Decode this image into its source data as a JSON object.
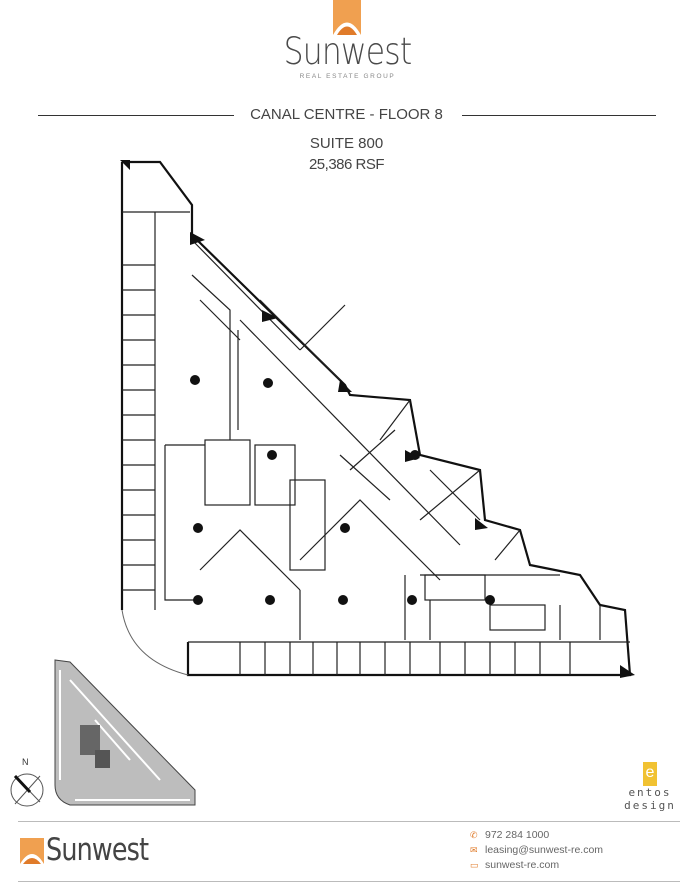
{
  "header": {
    "logo_name": "Sunwest",
    "logo_subtitle": "REAL ESTATE GROUP",
    "title": "CANAL CENTRE - FLOOR 8",
    "suite": "SUITE 800",
    "area": "25,386 RSF"
  },
  "plan": {
    "compass_label": "N"
  },
  "designer": {
    "mark": "e",
    "name_line1": "entos",
    "name_line2": "design"
  },
  "footer": {
    "logo_name": "Sunwest",
    "phone": "972 284 1000",
    "email": "leasing@sunwest-re.com",
    "website": "sunwest-re.com",
    "phone_icon": "phone-icon",
    "email_icon": "envelope-icon",
    "website_icon": "monitor-icon"
  },
  "colors": {
    "brand_orange": "#e8862e",
    "accent_yellow": "#f1c232"
  }
}
